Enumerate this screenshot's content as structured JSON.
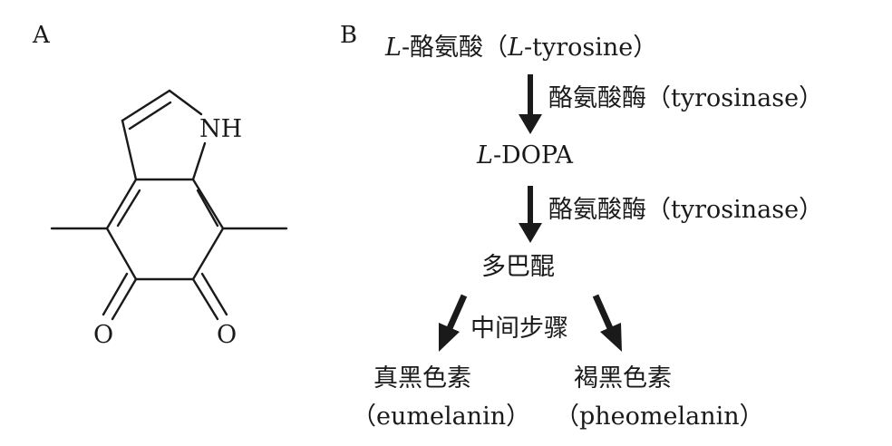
{
  "panel_a": {
    "label": "A",
    "atoms": {
      "nh": "NH",
      "o_left": "O",
      "o_right": "O"
    }
  },
  "panel_b": {
    "label": "B",
    "tyrosine": {
      "prefix": "L",
      "rest": "-酪氨酸（",
      "en_prefix": "L",
      "en_rest": "-tyrosine）"
    },
    "step1": "酪氨酸酶（tyrosinase）",
    "dopa": {
      "prefix": "L",
      "rest": "-DOPA"
    },
    "step2": "酪氨酸酶（tyrosinase）",
    "dopaquinone": "多巴醌",
    "intermediate": "中间步骤",
    "eumelanin": {
      "cn": "真黑色素",
      "en": "（eumelanin）"
    },
    "pheomelanin": {
      "cn": "褐黑色素",
      "en": "（pheomelanin）"
    }
  }
}
